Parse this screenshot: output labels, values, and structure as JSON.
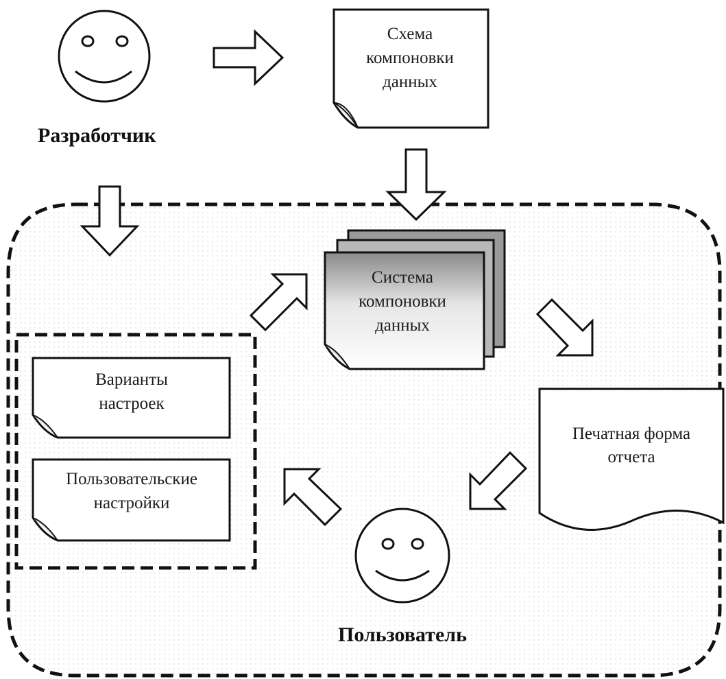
{
  "diagram": {
    "developer_label": "Разработчик",
    "user_label": "Пользователь",
    "schema_doc": {
      "lines": [
        "Схема",
        "компоновки",
        "данных"
      ]
    },
    "system_doc": {
      "lines": [
        "Система",
        "компоновки",
        "данных"
      ]
    },
    "variants_doc": {
      "lines": [
        "Варианты",
        "настроек"
      ]
    },
    "user_settings_doc": {
      "lines": [
        "Пользовательские",
        "настройки"
      ]
    },
    "print_form_doc": {
      "lines": [
        "Печатная форма",
        "отчета"
      ]
    }
  }
}
